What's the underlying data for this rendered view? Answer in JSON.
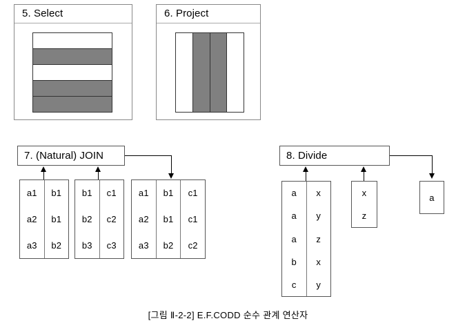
{
  "figure": {
    "caption": "[그림 Ⅱ-2-2] E.F.CODD 순수 관계 연산자",
    "colors": {
      "fill_gray": "#808080",
      "fill_white": "#ffffff",
      "stroke": "#333333",
      "line": "#000000"
    }
  },
  "panels": [
    {
      "id": "select",
      "title": "5. Select",
      "figure_type": "rows",
      "bands": [
        "white",
        "gray",
        "white",
        "gray",
        "gray"
      ]
    },
    {
      "id": "project",
      "title": "6. Project",
      "figure_type": "columns",
      "stripes": [
        "white",
        "gray",
        "gray",
        "white"
      ]
    }
  ],
  "operators": [
    {
      "id": "join",
      "label": "7. (Natural) JOIN",
      "inputs": [
        {
          "id": "join-input-1",
          "columns": 2,
          "rows": [
            [
              "a1",
              "b1"
            ],
            [
              "a2",
              "b1"
            ],
            [
              "a3",
              "b2"
            ]
          ]
        },
        {
          "id": "join-input-2",
          "columns": 2,
          "rows": [
            [
              "b1",
              "c1"
            ],
            [
              "b2",
              "c2"
            ],
            [
              "b3",
              "c3"
            ]
          ]
        }
      ],
      "output": {
        "id": "join-output",
        "columns": 3,
        "rows": [
          [
            "a1",
            "b1",
            "c1"
          ],
          [
            "a2",
            "b1",
            "c1"
          ],
          [
            "a3",
            "b2",
            "c2"
          ]
        ]
      }
    },
    {
      "id": "divide",
      "label": "8. Divide",
      "inputs": [
        {
          "id": "divide-input-1",
          "columns": 2,
          "rows": [
            [
              "a",
              "x"
            ],
            [
              "a",
              "y"
            ],
            [
              "a",
              "z"
            ],
            [
              "b",
              "x"
            ],
            [
              "c",
              "y"
            ]
          ]
        },
        {
          "id": "divide-input-2",
          "columns": 1,
          "rows": [
            [
              "x"
            ],
            [
              "z"
            ]
          ]
        }
      ],
      "output": {
        "id": "divide-output",
        "columns": 1,
        "rows": [
          [
            "a"
          ]
        ]
      }
    }
  ]
}
